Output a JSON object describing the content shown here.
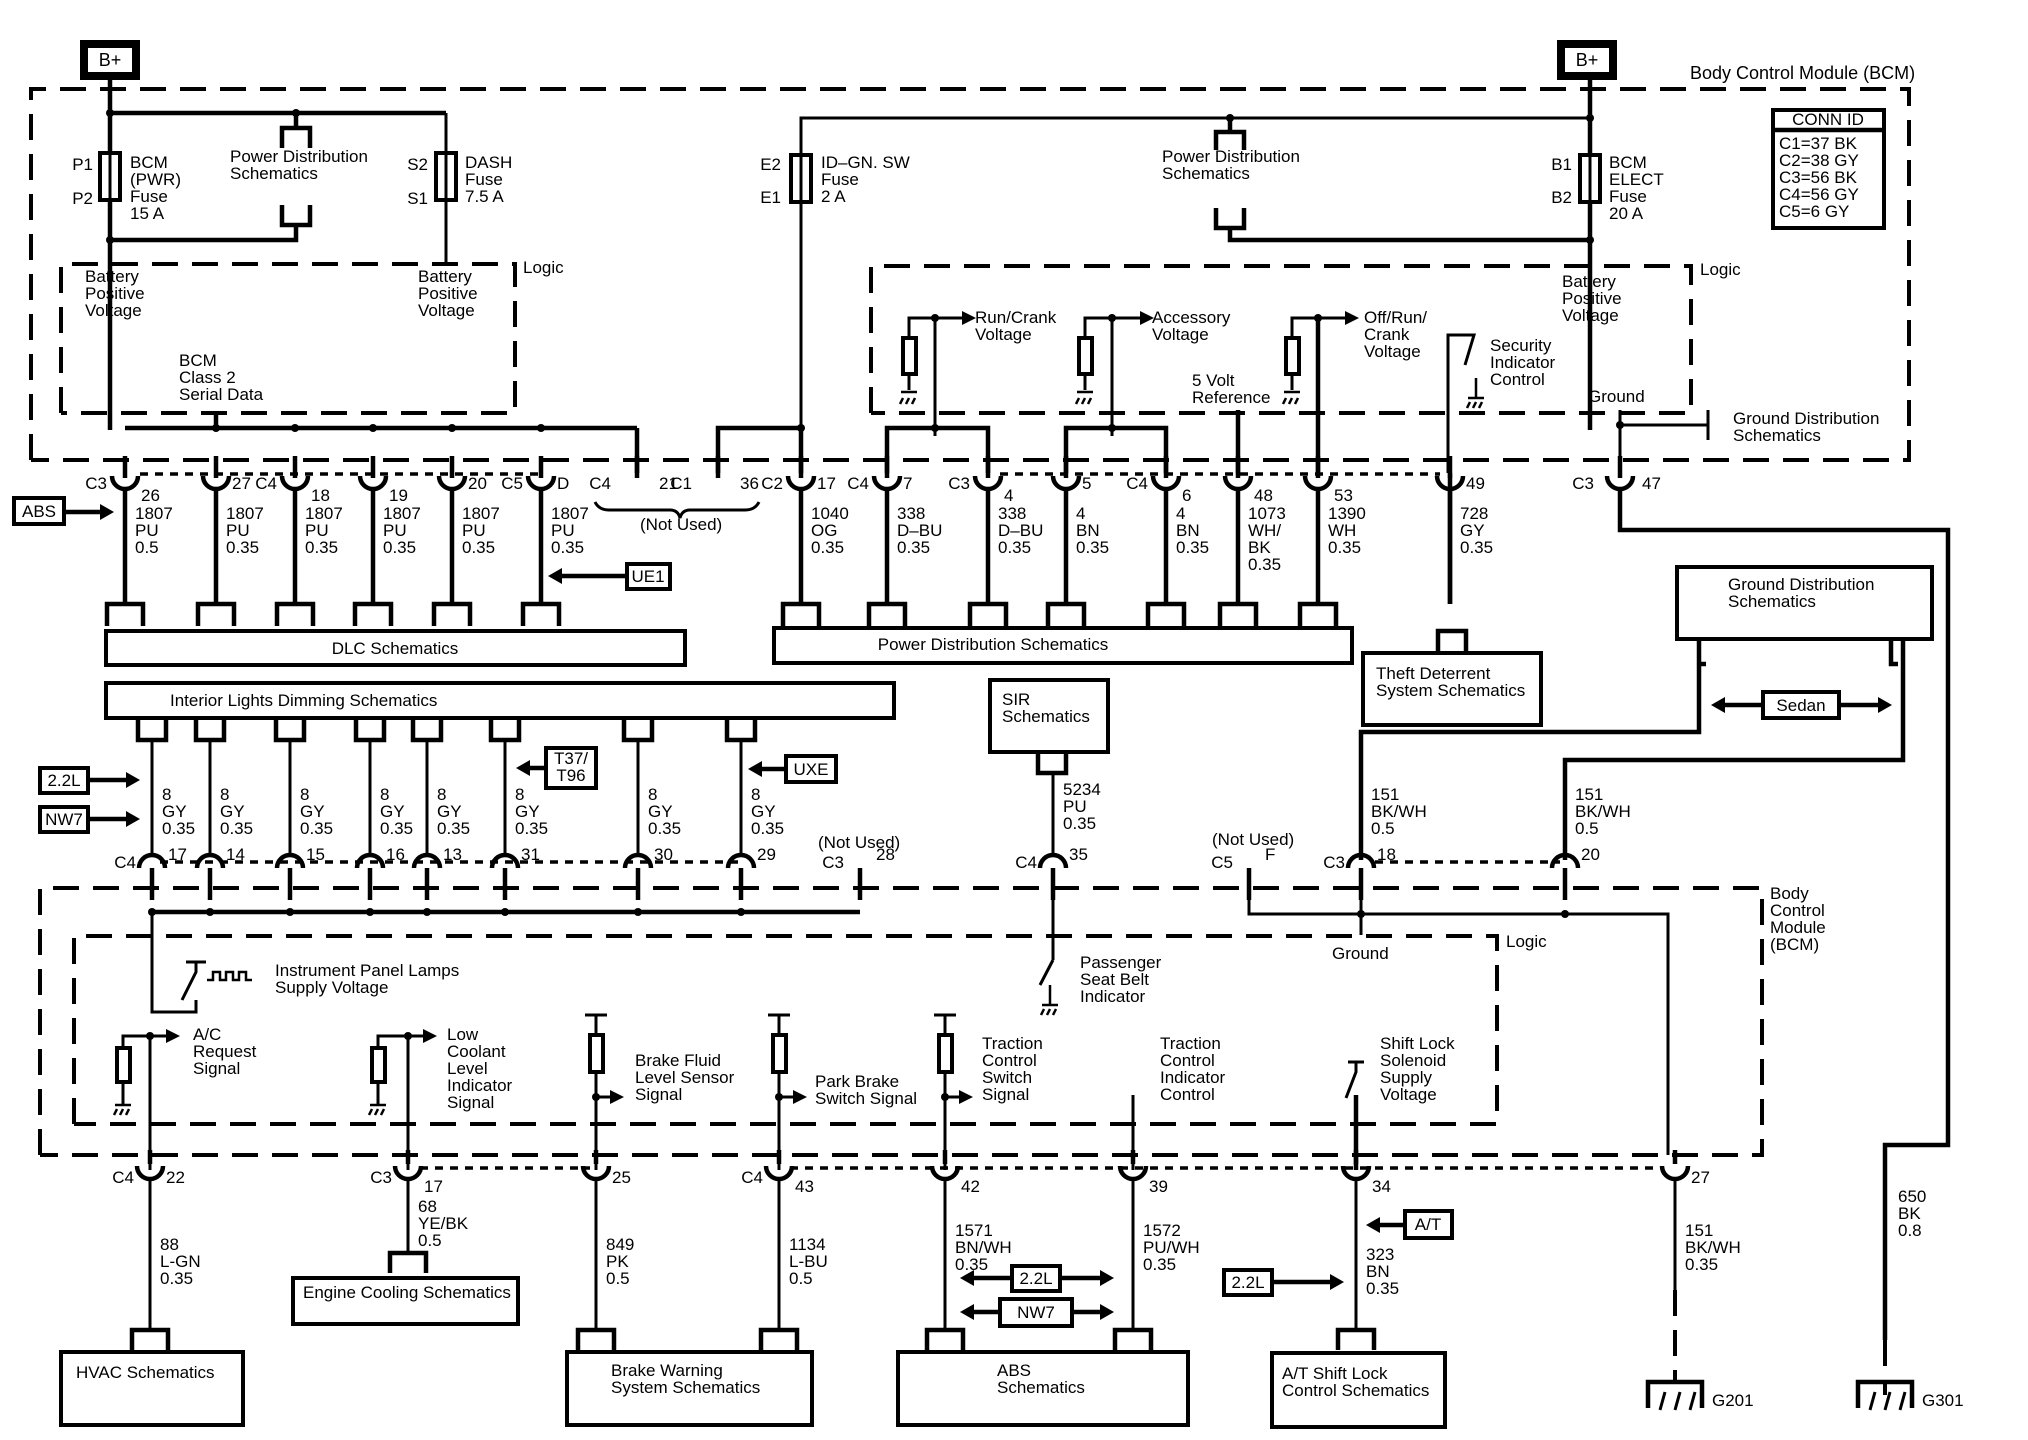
{
  "title": "Body Control Module (BCM)",
  "title_short": [
    "Body",
    "Control",
    "Module",
    "(BCM)"
  ],
  "power_inputs": {
    "left": "B+",
    "right": "B+"
  },
  "logic_label": "Logic",
  "conn_id": {
    "header": "CONN ID",
    "rows": [
      "C1=37 BK",
      "C2=38 GY",
      "C3=56 BK",
      "C4=56 GY",
      "C5=6 GY"
    ]
  },
  "fuses": [
    {
      "pins": [
        "P1",
        "P2"
      ],
      "lines": [
        "BCM",
        "(PWR)",
        "Fuse",
        "15 A"
      ]
    },
    {
      "pins": [
        "S2",
        "S1"
      ],
      "lines": [
        "DASH",
        "Fuse",
        "7.5 A"
      ]
    },
    {
      "pins": [
        "E2",
        "E1"
      ],
      "lines": [
        "ID–GN. SW",
        "Fuse",
        "2 A"
      ]
    },
    {
      "pins": [
        "B1",
        "B2"
      ],
      "lines": [
        "BCM",
        "ELECT",
        "Fuse",
        "20 A"
      ]
    }
  ],
  "power_dist_ref": [
    "Power Distribution",
    "Schematics"
  ],
  "logic_top_left": {
    "batt1": [
      "Battery",
      "Positive",
      "Voltage"
    ],
    "batt2": [
      "Battery",
      "Positive",
      "Voltage"
    ],
    "serial": [
      "BCM",
      "Class 2",
      "Serial Data"
    ]
  },
  "logic_top_right": {
    "batt": [
      "Battery",
      "Positive",
      "Voltage"
    ],
    "run_crank": [
      "Run/Crank",
      "Voltage"
    ],
    "accessory": [
      "Accessory",
      "Voltage"
    ],
    "off_run_crank": [
      "Off/Run/",
      "Crank",
      "Voltage"
    ],
    "five_volt": [
      "5 Volt",
      "Reference"
    ],
    "security": [
      "Security",
      "Indicator",
      "Control"
    ],
    "ground": "Ground"
  },
  "ground_dist_ref_top": [
    "Ground Distribution",
    "Schematics"
  ],
  "top_connectors": [
    {
      "conn": "C3",
      "pin": "26",
      "circuit": "1807",
      "color": "PU",
      "size": "0.5"
    },
    {
      "conn": "",
      "pin": "27",
      "circuit": "1807",
      "color": "PU",
      "size": "0.35"
    },
    {
      "conn": "C4",
      "pin": "18",
      "circuit": "1807",
      "color": "PU",
      "size": "0.35"
    },
    {
      "conn": "",
      "pin": "19",
      "circuit": "1807",
      "color": "PU",
      "size": "0.35"
    },
    {
      "conn": "",
      "pin": "20",
      "circuit": "1807",
      "color": "PU",
      "size": "0.35"
    },
    {
      "conn": "C5",
      "pin": "D",
      "circuit": "1807",
      "color": "PU",
      "size": "0.35"
    },
    {
      "conn": "C4",
      "pin": "21",
      "circuit": "",
      "color": "",
      "size": ""
    },
    {
      "conn": "C1",
      "pin": "36",
      "circuit": "",
      "color": "",
      "size": ""
    },
    {
      "conn": "C2",
      "pin": "17",
      "circuit": "1040",
      "color": "OG",
      "size": "0.35"
    },
    {
      "conn": "C4",
      "pin": "7",
      "circuit": "338",
      "color": "D–BU",
      "size": "0.35"
    },
    {
      "conn": "C3",
      "pin": "4",
      "circuit": "338",
      "color": "D–BU",
      "size": "0.35"
    },
    {
      "conn": "",
      "pin": "5",
      "circuit": "4",
      "color": "BN",
      "size": "0.35"
    },
    {
      "conn": "C4",
      "pin": "6",
      "circuit": "4",
      "color": "BN",
      "size": "0.35"
    },
    {
      "conn": "",
      "pin": "48",
      "circuit": "1073",
      "color": "WH/ BK",
      "size": "0.35"
    },
    {
      "conn": "",
      "pin": "53",
      "circuit": "1390",
      "color": "WH",
      "size": "0.35"
    },
    {
      "conn": "",
      "pin": "49",
      "circuit": "728",
      "color": "GY",
      "size": "0.35"
    },
    {
      "conn": "C3",
      "pin": "47",
      "circuit": "",
      "color": "",
      "size": ""
    }
  ],
  "not_used": "(Not Used)",
  "option_tags": {
    "abs": "ABS",
    "ue1": "UE1",
    "l22": "2.2L",
    "nw7": "NW7",
    "t37": [
      "T37/",
      "T96"
    ],
    "uxe": "UXE",
    "sedan": "Sedan",
    "at": "A/T"
  },
  "ref_boxes": {
    "dlc": "DLC Schematics",
    "power_dist": "Power Distribution Schematics",
    "theft": [
      "Theft Deterrent",
      "System Schematics"
    ],
    "ground_dist": [
      "Ground Distribution",
      "Schematics"
    ],
    "interior": "Interior Lights Dimming Schematics",
    "sir": [
      "SIR",
      "Schematics"
    ],
    "hvac": "HVAC Schematics",
    "engine_cooling": "Engine Cooling Schematics",
    "brake_warning": [
      "Brake Warning",
      "System Schematics"
    ],
    "abs": [
      "ABS",
      "Schematics"
    ],
    "shift_lock": [
      "A/T Shift Lock",
      "Control Schematics"
    ]
  },
  "mid_connectors": [
    {
      "conn": "C4",
      "pin": "17",
      "circuit": "8",
      "color": "GY",
      "size": "0.35"
    },
    {
      "conn": "",
      "pin": "14",
      "circuit": "8",
      "color": "GY",
      "size": "0.35"
    },
    {
      "conn": "",
      "pin": "15",
      "circuit": "8",
      "color": "GY",
      "size": "0.35"
    },
    {
      "conn": "",
      "pin": "16",
      "circuit": "8",
      "color": "GY",
      "size": "0.35"
    },
    {
      "conn": "",
      "pin": "13",
      "circuit": "8",
      "color": "GY",
      "size": "0.35"
    },
    {
      "conn": "",
      "pin": "31",
      "circuit": "8",
      "color": "GY",
      "size": "0.35"
    },
    {
      "conn": "",
      "pin": "30",
      "circuit": "8",
      "color": "GY",
      "size": "0.35"
    },
    {
      "conn": "",
      "pin": "29",
      "circuit": "8",
      "color": "GY",
      "size": "0.35"
    },
    {
      "conn": "C3",
      "pin": "28",
      "circuit": "",
      "color": "",
      "size": ""
    },
    {
      "conn": "C4",
      "pin": "35",
      "circuit": "5234",
      "color": "PU",
      "size": "0.35"
    },
    {
      "conn": "C5",
      "pin": "F",
      "circuit": "",
      "color": "",
      "size": ""
    },
    {
      "conn": "C3",
      "pin": "18",
      "circuit": "151",
      "color": "BK/WH",
      "size": "0.5"
    },
    {
      "conn": "",
      "pin": "20",
      "circuit": "151",
      "color": "BK/WH",
      "size": "0.5"
    }
  ],
  "logic_bottom": {
    "ip_lamps": [
      "Instrument Panel Lamps",
      "Supply Voltage"
    ],
    "seat_belt": [
      "Passenger",
      "Seat Belt",
      "Indicator"
    ],
    "ground": "Ground",
    "ac": [
      "A/C",
      "Request",
      "Signal"
    ],
    "coolant": [
      "Low",
      "Coolant",
      "Level",
      "Indicator",
      "Signal"
    ],
    "brake_fluid": [
      "Brake Fluid",
      "Level Sensor",
      "Signal"
    ],
    "park_brake": [
      "Park Brake",
      "Switch Signal"
    ],
    "tc_switch": [
      "Traction",
      "Control",
      "Switch",
      "Signal"
    ],
    "tc_indicator": [
      "Traction",
      "Control",
      "Indicator",
      "Control"
    ],
    "shift_lock": [
      "Shift Lock",
      "Solenoid",
      "Supply",
      "Voltage"
    ]
  },
  "bottom_connectors": [
    {
      "conn": "C4",
      "pin": "22",
      "circuit": "88",
      "color": "L-GN",
      "size": "0.35"
    },
    {
      "conn": "C3",
      "pin": "17",
      "circuit": "68",
      "color": "YE/BK",
      "size": "0.5"
    },
    {
      "conn": "",
      "pin": "25",
      "circuit": "849",
      "color": "PK",
      "size": "0.5"
    },
    {
      "conn": "C4",
      "pin": "43",
      "circuit": "1134",
      "color": "L-BU",
      "size": "0.5"
    },
    {
      "conn": "",
      "pin": "42",
      "circuit": "1571",
      "color": "BN/WH",
      "size": "0.35"
    },
    {
      "conn": "",
      "pin": "39",
      "circuit": "1572",
      "color": "PU/WH",
      "size": "0.35"
    },
    {
      "conn": "",
      "pin": "34",
      "circuit": "323",
      "color": "BN",
      "size": "0.35"
    },
    {
      "conn": "",
      "pin": "27",
      "circuit": "151",
      "color": "BK/WH",
      "size": "0.35"
    }
  ],
  "ground_650": {
    "circuit": "650",
    "color": "BK",
    "size": "0.8"
  },
  "grounds": [
    "G201",
    "G301"
  ]
}
